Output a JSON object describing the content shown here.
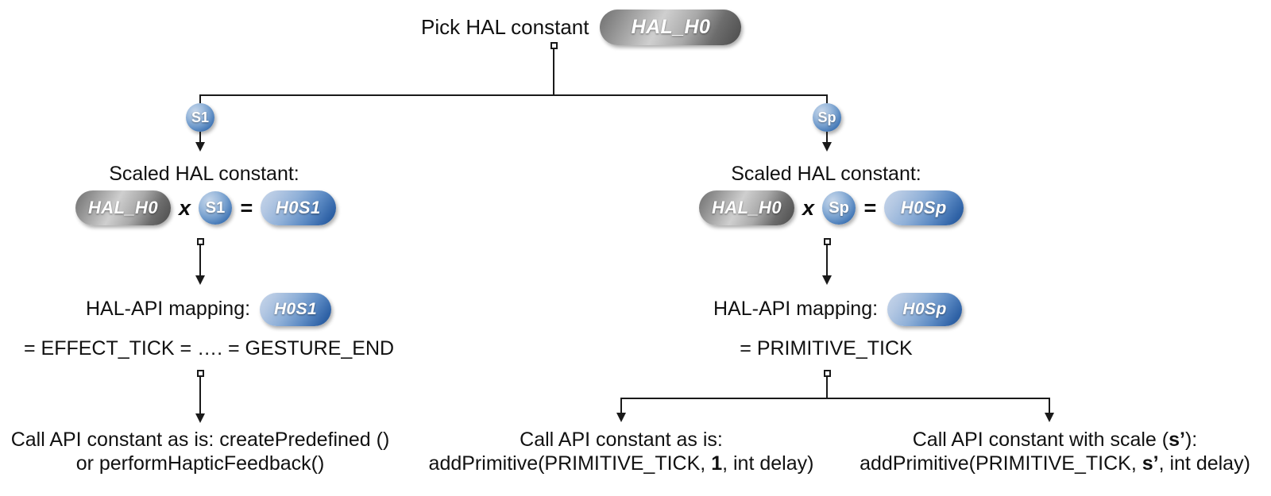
{
  "diagram": {
    "title_node": {
      "label": "Pick HAL constant",
      "pill": "HAL_H0"
    },
    "branch_labels": {
      "left": "S1",
      "right": "Sp"
    },
    "left_branch": {
      "scaled": {
        "caption": "Scaled HAL constant:",
        "operand_a": "HAL_H0",
        "operator_mul": "x",
        "operand_b": "S1",
        "operator_eq": "=",
        "result": "H0S1"
      },
      "mapping": {
        "caption": "HAL-API mapping:",
        "pill": "H0S1",
        "equivalence": "= EFFECT_TICK = …. = GESTURE_END"
      },
      "leaf": {
        "line1": "Call API constant as is: createPredefined ()",
        "line2": "or performHapticFeedback()"
      }
    },
    "right_branch": {
      "scaled": {
        "caption": "Scaled HAL constant:",
        "operand_a": "HAL_H0",
        "operator_mul": "x",
        "operand_b": "Sp",
        "operator_eq": "=",
        "result": "H0Sp"
      },
      "mapping": {
        "caption": "HAL-API mapping:",
        "pill": "H0Sp",
        "equivalence": "= PRIMITIVE_TICK"
      },
      "leaf_center": {
        "line1": "Call API constant as is:",
        "line2_pre": "addPrimitive(PRIMITIVE_TICK, ",
        "line2_em": "1",
        "line2_post": ", int delay)"
      },
      "leaf_right": {
        "line1_pre": "Call API constant with scale (",
        "line1_em": "s’",
        "line1_post": "):",
        "line2_pre": "addPrimitive(PRIMITIVE_TICK, ",
        "line2_em": "s’",
        "line2_post": ", int delay)"
      }
    },
    "colors": {
      "pill_blue_light": "#c7d6ea",
      "pill_blue_dark": "#27548f",
      "pill_gray_light": "#cfcfcf",
      "pill_gray_dark": "#4b4b4b",
      "line": "#1a1a1a",
      "text": "#111111",
      "background": "#ffffff"
    }
  }
}
